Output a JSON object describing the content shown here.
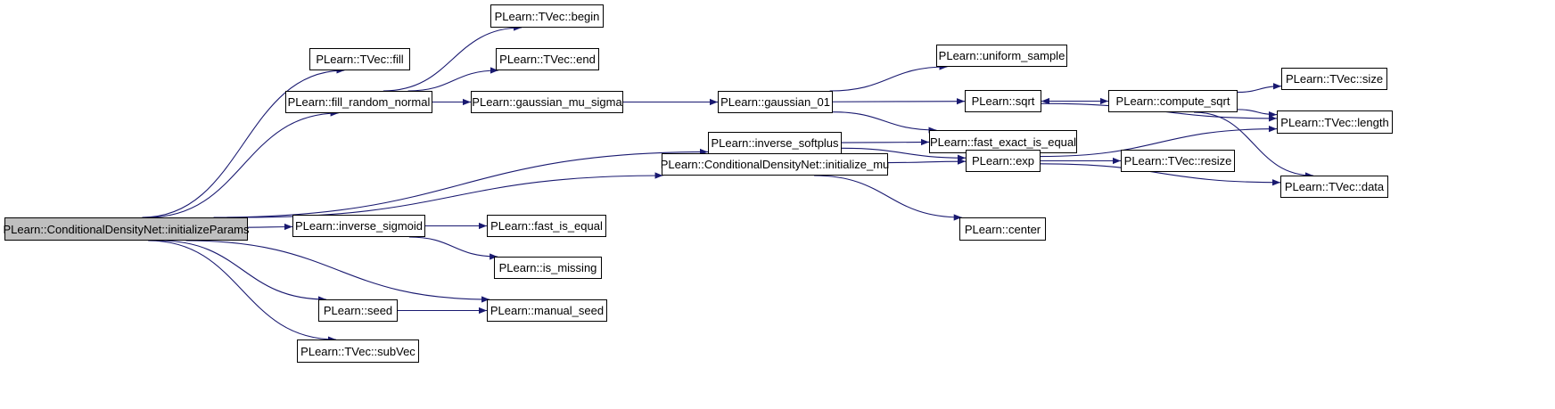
{
  "graph": {
    "edge_color": "#191970",
    "root_fill": "#bfbfbf",
    "nodes": {
      "root": "PLearn::ConditionalDensityNet::initializeParams",
      "tvec_fill": "PLearn::TVec::fill",
      "fill_random_normal": "PLearn::fill_random_normal",
      "tvec_begin": "PLearn::TVec::begin",
      "tvec_end": "PLearn::TVec::end",
      "gaussian_mu_sigma": "PLearn::gaussian_mu_sigma",
      "gaussian_01": "PLearn::gaussian_01",
      "uniform_sample": "PLearn::uniform_sample",
      "sqrt": "PLearn::sqrt",
      "compute_sqrt": "PLearn::compute_sqrt",
      "tvec_size": "PLearn::TVec::size",
      "tvec_length": "PLearn::TVec::length",
      "inverse_softplus": "PLearn::inverse_softplus",
      "fast_exact_is_equal": "PLearn::fast_exact_is_equal",
      "initialize_mu": "PLearn::ConditionalDensityNet::initialize_mu",
      "exp": "PLearn::exp",
      "tvec_resize": "PLearn::TVec::resize",
      "tvec_data": "PLearn::TVec::data",
      "center": "PLearn::center",
      "inverse_sigmoid": "PLearn::inverse_sigmoid",
      "fast_is_equal": "PLearn::fast_is_equal",
      "is_missing": "PLearn::is_missing",
      "seed": "PLearn::seed",
      "manual_seed": "PLearn::manual_seed",
      "tvec_subvec": "PLearn::TVec::subVec"
    },
    "edges": [
      [
        "root",
        "tvec_fill"
      ],
      [
        "root",
        "fill_random_normal"
      ],
      [
        "root",
        "inverse_softplus"
      ],
      [
        "root",
        "initialize_mu"
      ],
      [
        "root",
        "inverse_sigmoid"
      ],
      [
        "root",
        "manual_seed"
      ],
      [
        "root",
        "seed"
      ],
      [
        "root",
        "tvec_subvec"
      ],
      [
        "fill_random_normal",
        "tvec_begin"
      ],
      [
        "fill_random_normal",
        "tvec_end"
      ],
      [
        "fill_random_normal",
        "gaussian_mu_sigma"
      ],
      [
        "gaussian_mu_sigma",
        "gaussian_01"
      ],
      [
        "gaussian_01",
        "uniform_sample"
      ],
      [
        "gaussian_01",
        "sqrt"
      ],
      [
        "gaussian_01",
        "fast_exact_is_equal"
      ],
      [
        "sqrt",
        "compute_sqrt"
      ],
      [
        "sqrt",
        "tvec_length"
      ],
      [
        "compute_sqrt",
        "sqrt"
      ],
      [
        "compute_sqrt",
        "tvec_size"
      ],
      [
        "compute_sqrt",
        "tvec_length"
      ],
      [
        "compute_sqrt",
        "tvec_data"
      ],
      [
        "inverse_softplus",
        "fast_exact_is_equal"
      ],
      [
        "inverse_softplus",
        "exp"
      ],
      [
        "initialize_mu",
        "exp"
      ],
      [
        "initialize_mu",
        "center"
      ],
      [
        "exp",
        "tvec_length"
      ],
      [
        "exp",
        "tvec_resize"
      ],
      [
        "exp",
        "tvec_data"
      ],
      [
        "inverse_sigmoid",
        "fast_is_equal"
      ],
      [
        "inverse_sigmoid",
        "is_missing"
      ],
      [
        "seed",
        "manual_seed"
      ]
    ]
  }
}
